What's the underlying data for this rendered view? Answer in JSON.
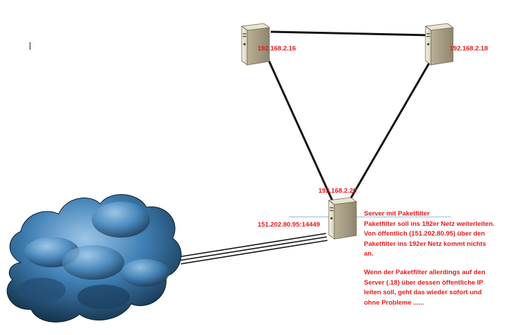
{
  "nodes": {
    "server_16": {
      "label": "192.168.2.16"
    },
    "server_18": {
      "label": "192.168.2.18"
    },
    "server_20": {
      "label": "192.168.2.20",
      "public_label": "151.202.80.95:14449"
    }
  },
  "note": {
    "title": "Server mit Paketfilter",
    "lines": [
      "Paketfilter soll ins 192er Netz weiterleiten.",
      "Von öffentlich (151.202.80.95) über den",
      "Paketfilter ins 192er Netz kommt nichts",
      "an."
    ],
    "lines2": [
      "Wenn der Paketfilter allerdings auf den",
      "Server (.18) über dessen öffentliche IP",
      "leiten soll, geht das wieder sofort und",
      "ohne Probleme ......"
    ]
  },
  "colors": {
    "label": "#e8191b",
    "link": "#111111",
    "cloud": "#3f7fb3",
    "server": "#ece6d3"
  }
}
